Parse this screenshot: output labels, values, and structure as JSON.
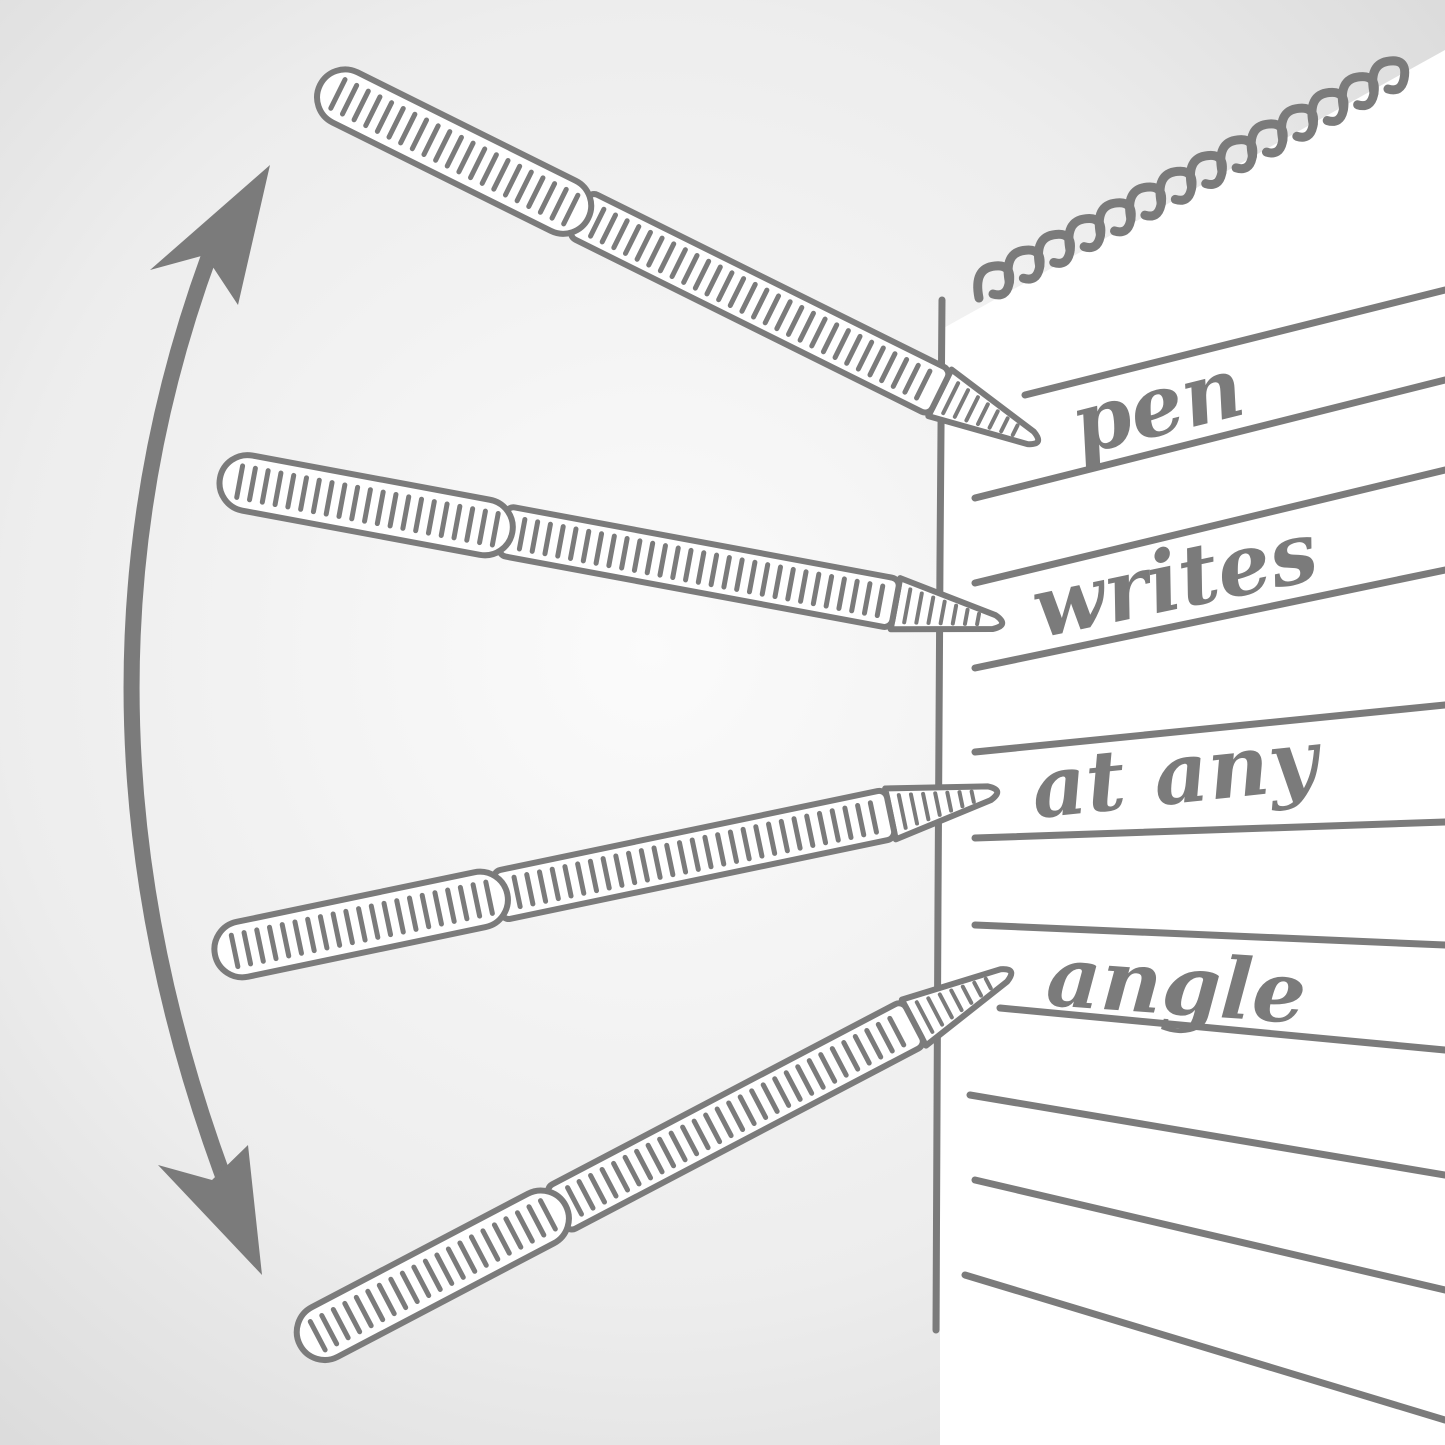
{
  "illustration": {
    "words": [
      "pen",
      "writes",
      "at any",
      "angle"
    ],
    "colors": {
      "ink": "#7b7b7b",
      "paper": "#ffffff",
      "background": "#ececec"
    },
    "icons": {
      "pens": "pen-icon",
      "arrow": "double-headed-curved-arrow-icon",
      "binding": "spiral-binding-icon"
    }
  }
}
